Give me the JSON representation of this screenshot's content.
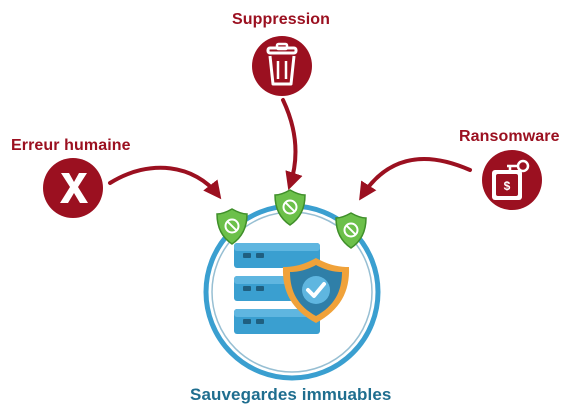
{
  "diagram": {
    "center": {
      "label": "Sauvegardes immuables",
      "icon": "server-stack-icon",
      "badge_icon": "shield-check-icon"
    },
    "threats": [
      {
        "label": "Suppression",
        "icon": "trash-icon"
      },
      {
        "label": "Erreur humaine",
        "icon": "x-icon"
      },
      {
        "label": "Ransomware",
        "icon": "ransomware-key-icon"
      }
    ],
    "protections": [
      "shield-block-icon",
      "shield-block-icon",
      "shield-block-icon"
    ]
  },
  "colors": {
    "threat_red": "#9b1020",
    "ring_blue": "#3a9fd0",
    "server_blue": "#3a9fd0",
    "label_blue": "#1f6e8f",
    "shield_green": "#6cc04a",
    "badge_orange": "#f0a23a"
  }
}
